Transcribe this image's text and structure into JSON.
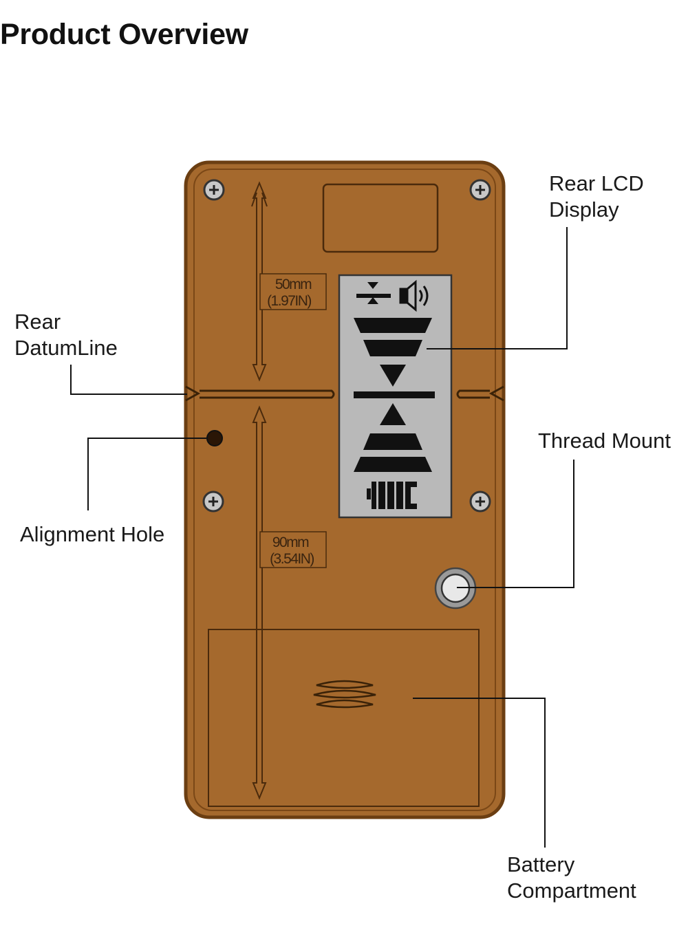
{
  "page": {
    "title": "Product Overview"
  },
  "callouts": {
    "rear_lcd": {
      "line1": "Rear LCD",
      "line2": "Display"
    },
    "rear_datum": {
      "line1": "Rear",
      "line2": "DatumLine"
    },
    "alignment_hole": {
      "label": "Alignment Hole"
    },
    "thread_mount": {
      "label": "Thread Mount"
    },
    "battery": {
      "line1": "Battery",
      "line2": "Compartment"
    }
  },
  "dimensions": {
    "upper": {
      "mm": "50mm",
      "inch": "(1.97IN)"
    },
    "lower": {
      "mm": "90mm",
      "inch": "(3.54IN)"
    }
  },
  "colors": {
    "body": "#a5692d",
    "body_edge": "#6b3e12",
    "lcd": "#b9b9b9",
    "lcd_symbol": "#111111",
    "leader": "#111111"
  },
  "icons": [
    "screw-icon",
    "speaker-icon",
    "battery-icon",
    "alignment-hole-icon",
    "thread-mount-icon",
    "grip-icon"
  ]
}
